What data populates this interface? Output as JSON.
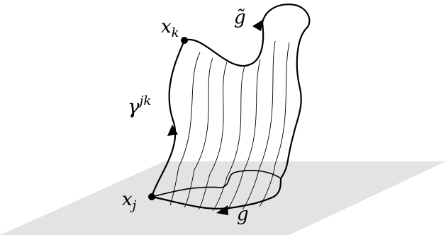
{
  "labels": {
    "x_k": {
      "base": "x",
      "sub": "k"
    },
    "x_j": {
      "base": "x",
      "sub": "j"
    },
    "gamma_jk": {
      "base": "γ",
      "sup": "jk"
    },
    "g_tilde": {
      "base": "g̃"
    },
    "g": {
      "base": "g"
    }
  },
  "colors": {
    "plane": "#e3e3e3",
    "ink": "#000000",
    "background": "#ffffff"
  },
  "icons": {
    "point_marker": "filled-dot",
    "direction_marker": "arrowhead"
  }
}
